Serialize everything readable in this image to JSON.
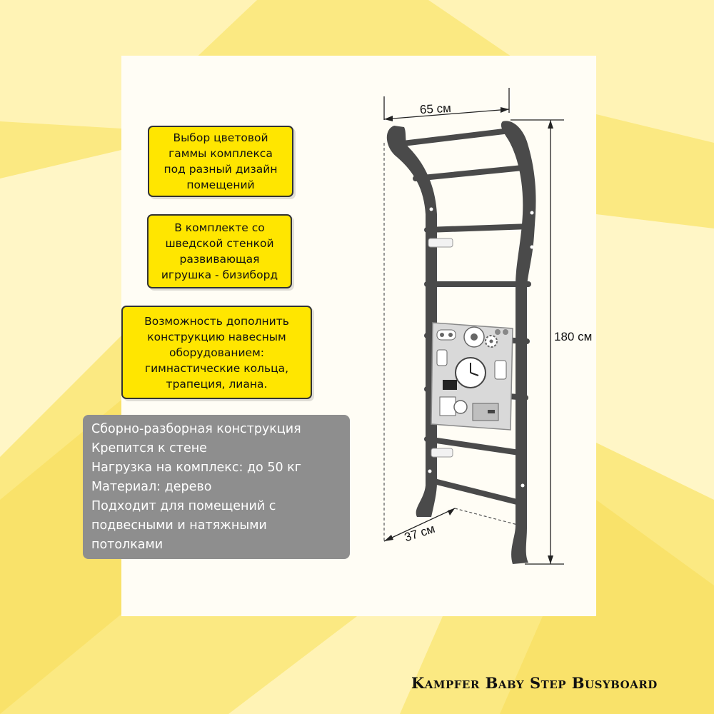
{
  "feature_boxes": [
    {
      "lines": [
        "Выбор цветовой",
        "гаммы комплекса",
        "под разный дизайн",
        "помещений"
      ]
    },
    {
      "lines": [
        "В комплекте со",
        "шведской стенкой",
        "развивающая",
        "игрушка - бизиборд"
      ]
    },
    {
      "lines": [
        "Возможность дополнить",
        "конструкцию навесным",
        "оборудованием:",
        "гимнастические кольца,",
        "трапеция, лиана."
      ]
    }
  ],
  "specs": {
    "lines": [
      "Сборно-разборная конструкция",
      "Крепится к стене",
      "Нагрузка на комплекс: до 50 кг",
      "Материал: дерево",
      "Подходит для помещений с",
      "подвесными и натяжными",
      "потолками"
    ]
  },
  "dimensions": {
    "width": "65 см",
    "height": "180 см",
    "depth": "37 см"
  },
  "brand": "Kampfer Baby Step Busyboard",
  "colors": {
    "background": "#fbe982",
    "box_fill": "#ffe600",
    "specs_fill": "#8e8e8e",
    "frame": "#4a4a4a",
    "board": "#d9d9d9"
  },
  "icons": [
    "ladder-frame-icon",
    "busyboard-icon",
    "clock-icon",
    "gear-icon"
  ]
}
